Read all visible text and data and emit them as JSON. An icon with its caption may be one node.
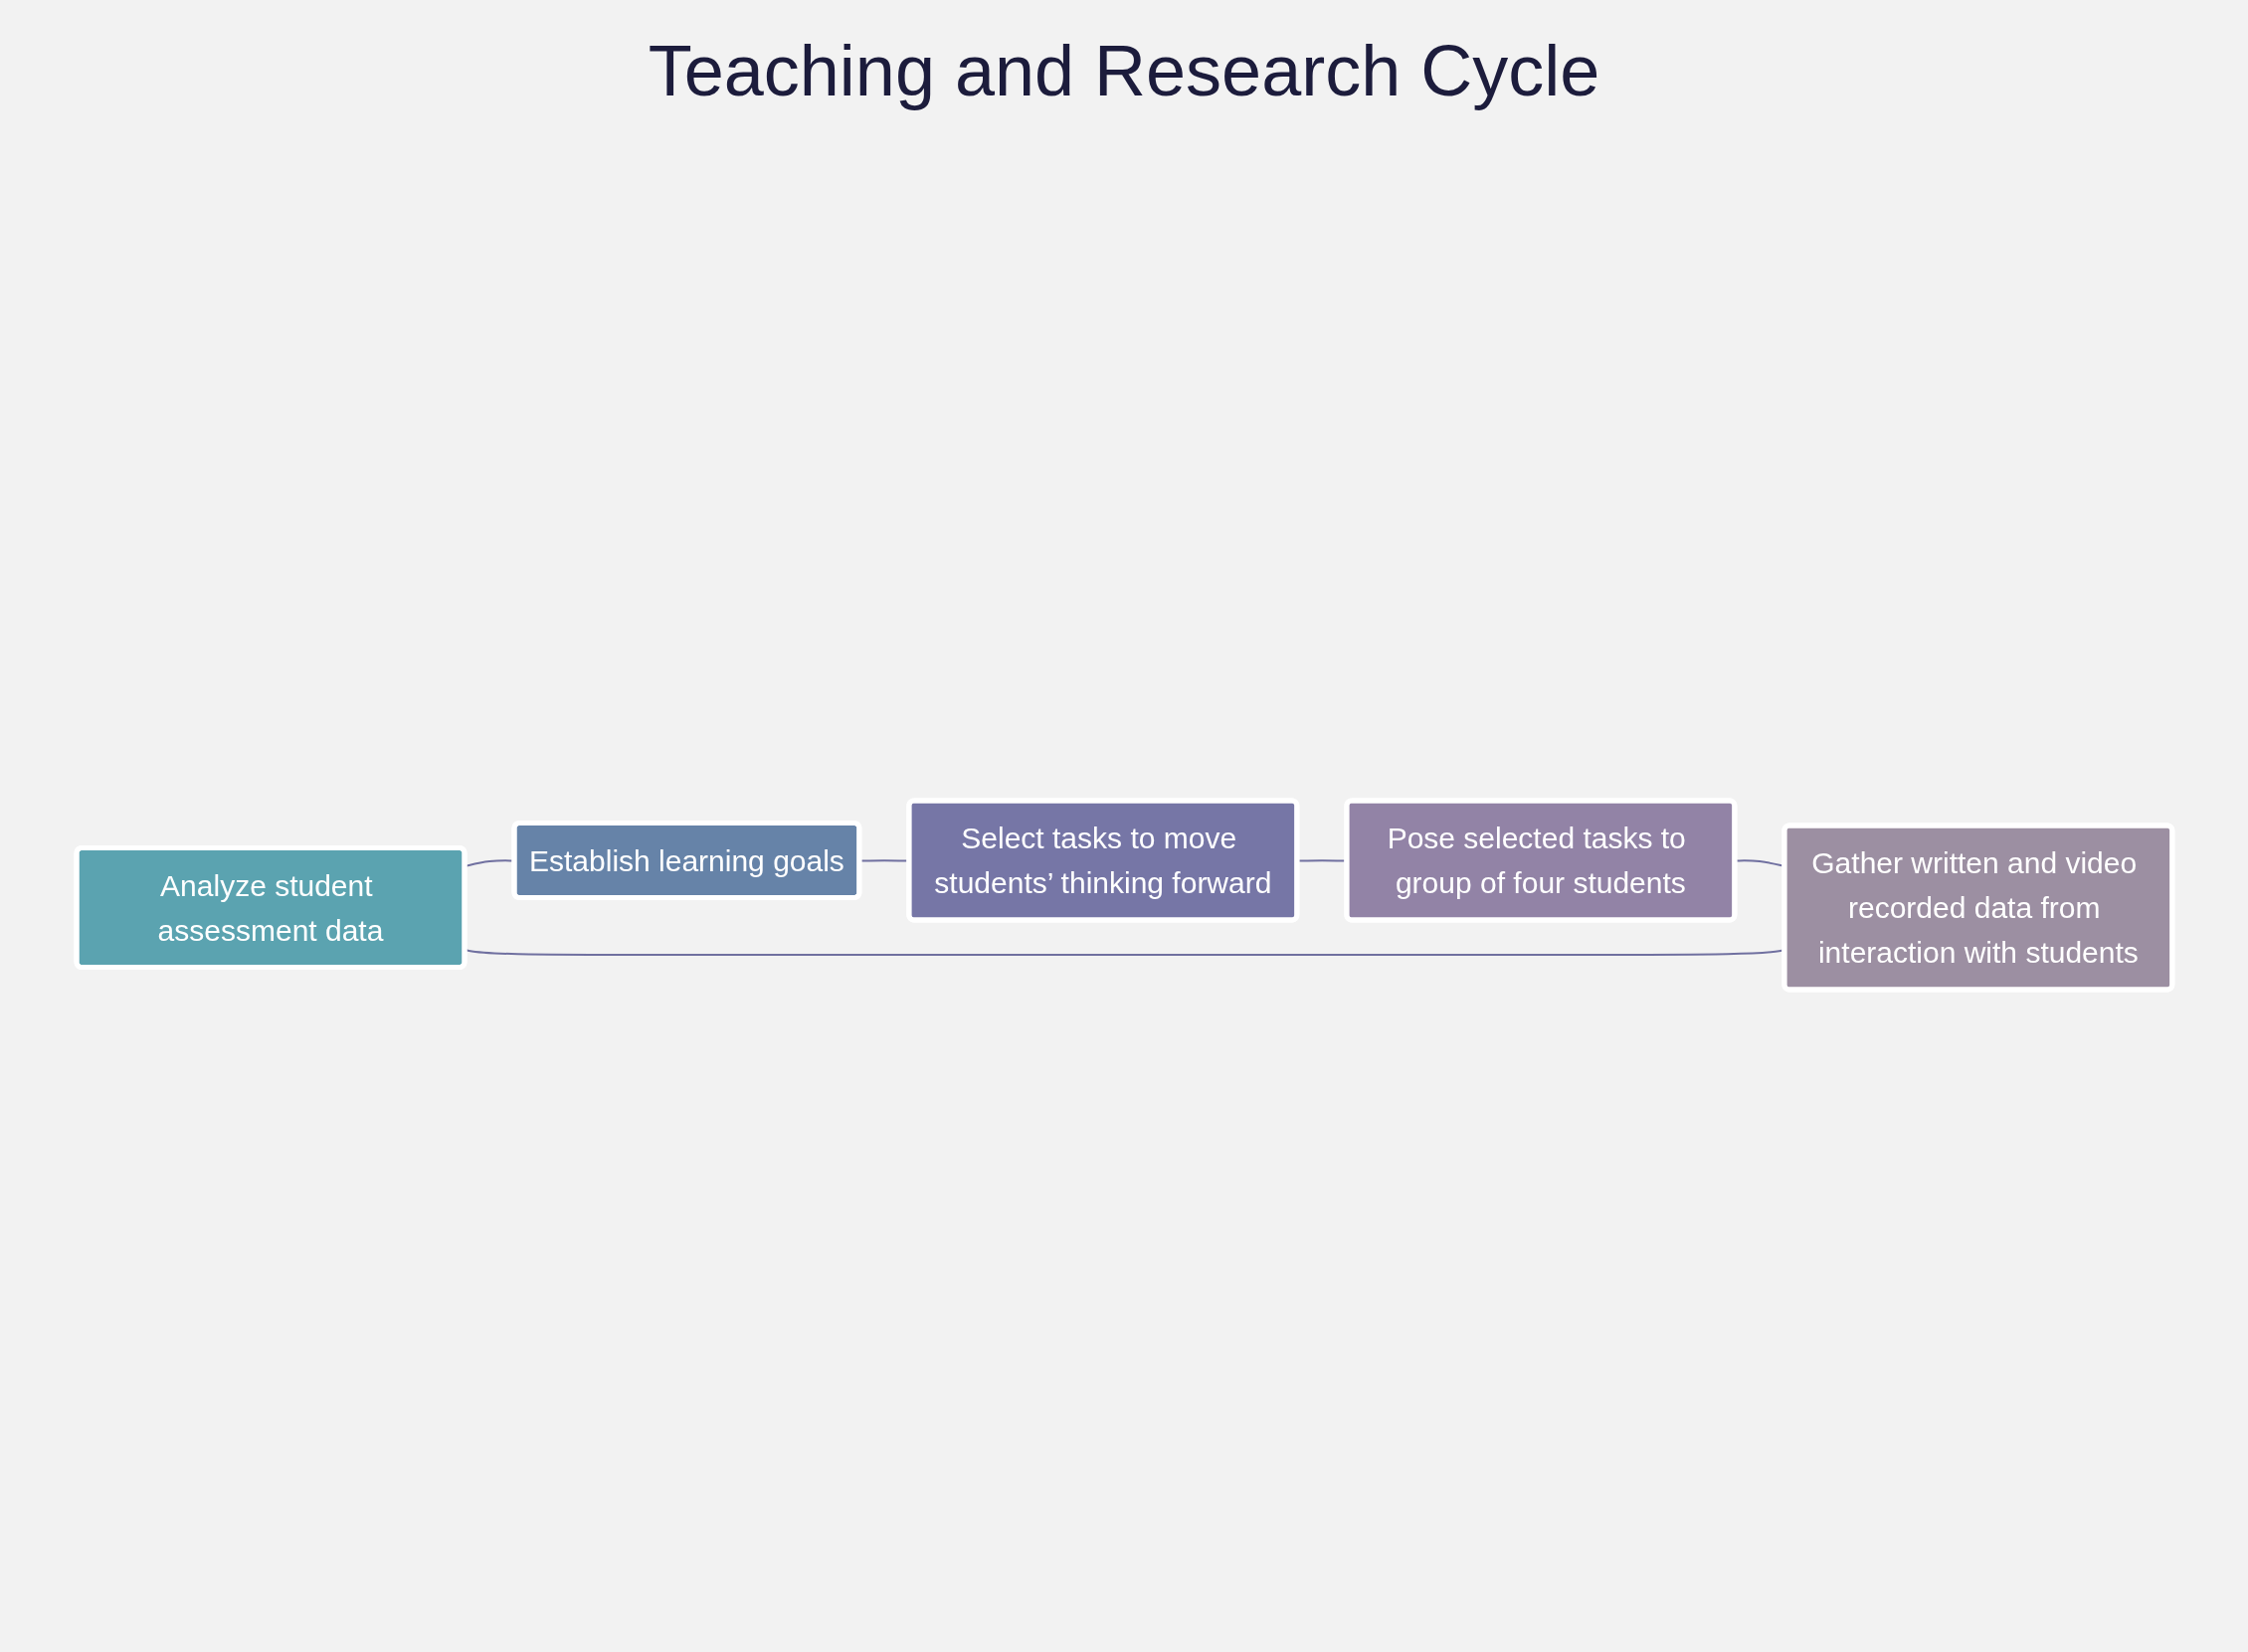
{
  "diagram": {
    "nodes": [
      {
        "text": [
          "Analyze student assessment data"
        ]
      },
      {
        "text": [
          "Establish learning goals"
        ]
      },
      {
        "text": [
          "Select tasks to move students’ thinking forward"
        ]
      },
      {
        "text": [
          "Pose selected tasks to group of four students"
        ]
      },
      {
        "text": [
          "Gather written and video recorded data from interaction with students"
        ]
      }
    ],
    "edges": [
      {
        "from": 0,
        "to": 1,
        "arrow": "none"
      },
      {
        "from": 1,
        "to": 2,
        "arrow": "none"
      },
      {
        "from": 2,
        "to": 3,
        "arrow": "none"
      },
      {
        "from": 3,
        "to": 4,
        "arrow": "none"
      },
      {
        "from": 4,
        "to": 0,
        "arrow": "none"
      }
    ],
    "labels": [
      "Teaching and Research Cycle"
    ]
  }
}
